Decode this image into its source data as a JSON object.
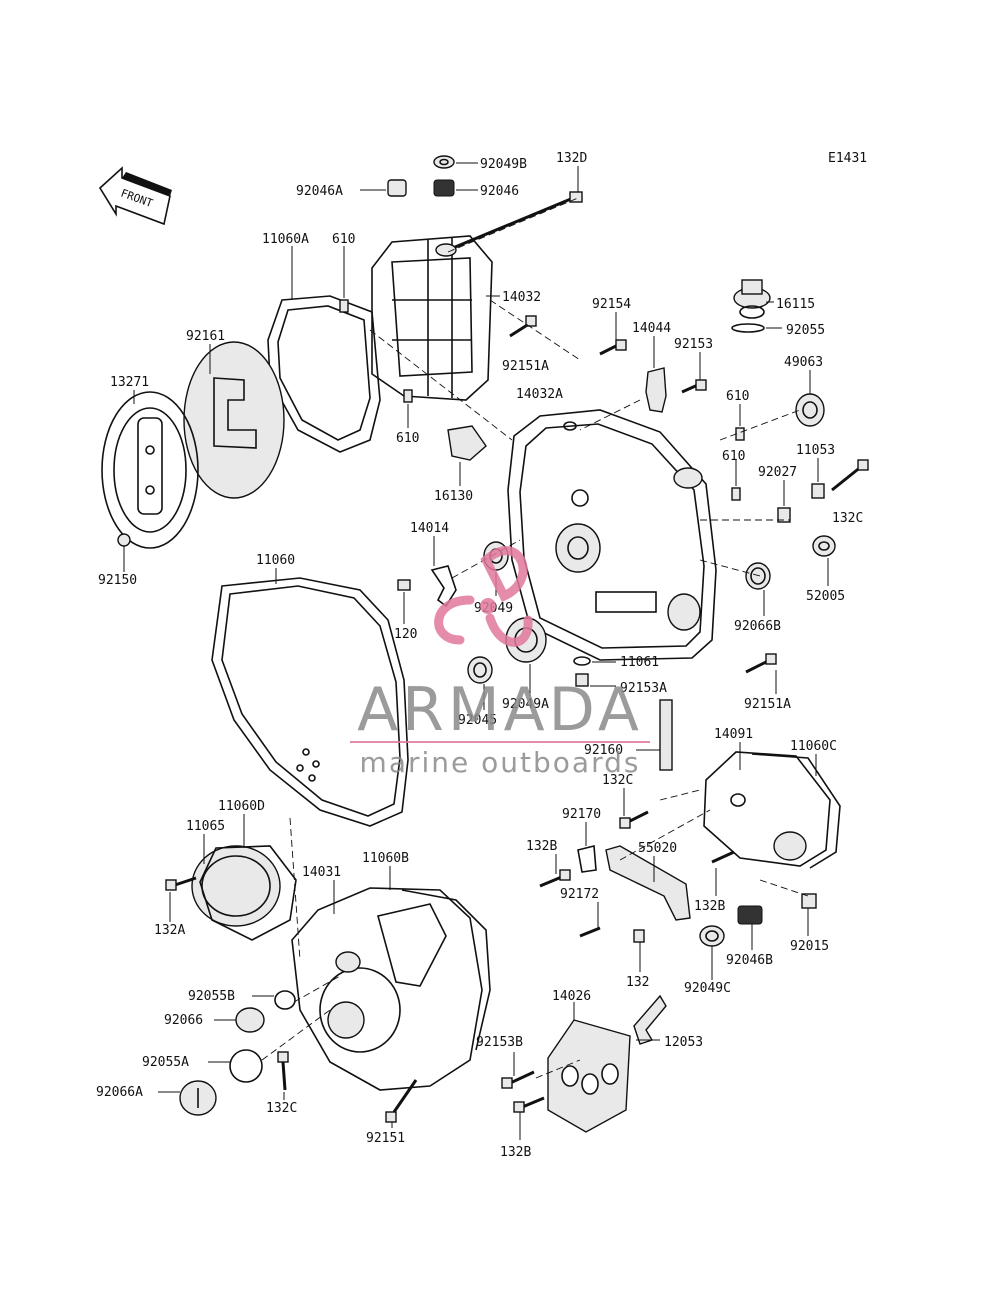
{
  "diagram_code": "E1431",
  "front_label": "FRONT",
  "watermark": {
    "brand": "ARMADA",
    "tagline": "marine outboards",
    "brand_color": "#8a8a8a",
    "accent_color": "#e0799b"
  },
  "labels": {
    "p92049B": "92049B",
    "p132D": "132D",
    "p92046A": "92046A",
    "p92046": "92046",
    "p11060A": "11060A",
    "p610a": "610",
    "p14032": "14032",
    "p92154": "92154",
    "p16115": "16115",
    "p92055": "92055",
    "p92161": "92161",
    "p92151Aa": "92151A",
    "p14044": "14044",
    "p92153": "92153",
    "p49063": "49063",
    "p13271": "13271",
    "p610b": "610",
    "p14032A": "14032A",
    "p610c": "610",
    "p16130": "16130",
    "p610d": "610",
    "p11053": "11053",
    "p92027": "92027",
    "p132Ca": "132C",
    "p92150": "92150",
    "p14014": "14014",
    "p11060": "11060",
    "p52005": "52005",
    "p92049": "92049",
    "p120": "120",
    "p92066B": "92066B",
    "p11061": "11061",
    "p92153A": "92153A",
    "p92151Ab": "92151A",
    "p92045": "92045",
    "p92049A": "92049A",
    "p92160": "92160",
    "p14091": "14091",
    "p11060C": "11060C",
    "p132Cb": "132C",
    "p11060D": "11060D",
    "p92170": "92170",
    "p11065": "11065",
    "p132Ba": "132B",
    "p55020": "55020",
    "p14031": "14031",
    "p11060B": "11060B",
    "p92172": "92172",
    "p132Bb": "132B",
    "p132A": "132A",
    "p92015": "92015",
    "p92046B": "92046B",
    "p132": "132",
    "p92049C": "92049C",
    "p92055B": "92055B",
    "p92066": "92066",
    "p14026": "14026",
    "p92055A": "92055A",
    "p92153B": "92153B",
    "p12053": "12053",
    "p92066A": "92066A",
    "p132Cc": "132C",
    "p92151": "92151",
    "p132Bc": "132B"
  }
}
